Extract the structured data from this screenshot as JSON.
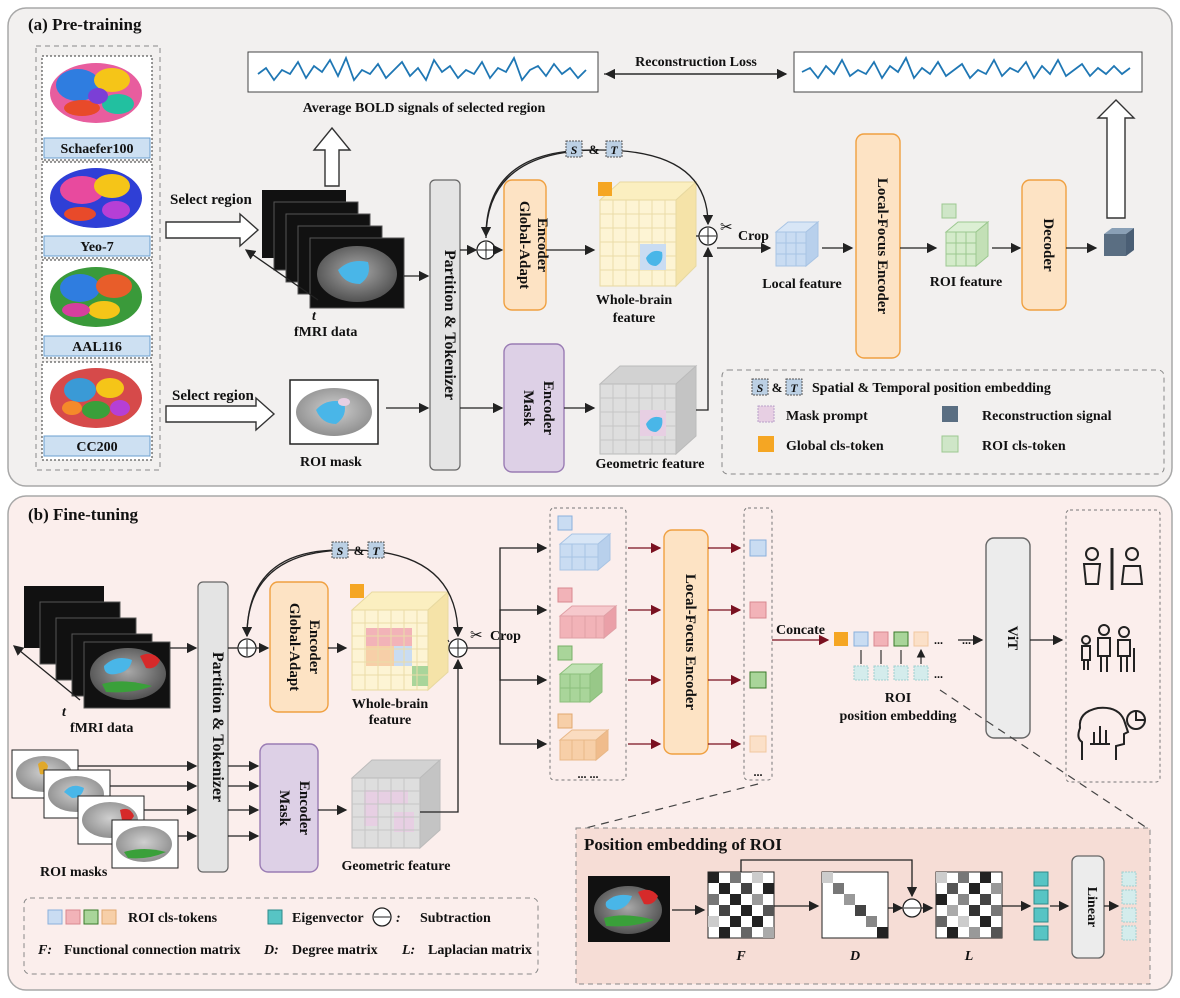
{
  "pretraining": {
    "panel_title": "(a)   Pre-training",
    "atlases": [
      "Schaefer100",
      "Yeo-7",
      "AAL116",
      "CC200"
    ],
    "select_region_top": "Select region",
    "select_region_bottom": "Select region",
    "fmri_label": "fMRI data",
    "t_label": "t",
    "roi_mask_label": "ROI mask",
    "partition_label": "Partition & Tokenizer",
    "gae_label": [
      "Global-Adapt",
      "Encoder"
    ],
    "mask_enc_label": [
      "Mask",
      "Encoder"
    ],
    "whole_brain_label": [
      "Whole-brain",
      "feature"
    ],
    "geometric_label": "Geometric feature",
    "local_feature_label": "Local feature",
    "lfe_label": "Local-Focus Encoder",
    "roi_feature_label": "ROI feature",
    "decoder_label": "Decoder",
    "crop_label": "Crop",
    "recon_loss_label": "Reconstruction Loss",
    "avg_bold_label": "Average BOLD signals of selected region",
    "s_label": "S",
    "t_pos_label": "T",
    "amp": "&",
    "legend": {
      "st_text": "Spatial & Temporal position embedding",
      "mask_prompt": "Mask prompt",
      "recon_signal": "Reconstruction signal",
      "global_cls": "Global cls-token",
      "roi_cls": "ROI cls-token"
    }
  },
  "finetuning": {
    "panel_title": "(b)   Fine-tuning",
    "fmri_label": "fMRI data",
    "t_label": "t",
    "roi_masks_label": "ROI masks",
    "partition_label": "Partition & Tokenizer",
    "gae_label": [
      "Global-Adapt",
      "Encoder"
    ],
    "mask_enc_label": [
      "Mask",
      "Encoder"
    ],
    "whole_brain_label": [
      "Whole-brain",
      "feature"
    ],
    "geometric_label": "Geometric feature",
    "crop_label": "Crop",
    "lfe_label": "Local-Focus Encoder",
    "concate_label": "Concate",
    "vit_label": "ViT",
    "roi_pos_label": [
      "ROI",
      "position embedding"
    ],
    "dots": "...",
    "dots2": "... ...",
    "s_label": "S",
    "t_pos_label": "T",
    "amp": "&",
    "pos_box_title": "Position embedding of ROI",
    "matrix_F": "F",
    "matrix_D": "D",
    "matrix_L": "L",
    "linear_label": "Linear",
    "legend": {
      "roi_cls_tokens": "ROI cls-tokens",
      "eigenvector": "Eigenvector",
      "subtraction_key": ":",
      "subtraction": "Subtraction",
      "f_key": "F:",
      "f_text": "Functional connection matrix",
      "d_key": "D:",
      "d_text": "Degree matrix",
      "l_key": "L:",
      "l_text": "Laplacian matrix"
    }
  },
  "colors": {
    "gae_fill": "#fde3c4",
    "gae_stroke": "#f0a040",
    "mask_fill": "#ddd0e6",
    "mask_stroke": "#9a7cb4",
    "partition_fill": "#e4e4e4",
    "panel_a_bg": "#f2f0ef",
    "panel_b_bg": "#fbeeec",
    "pos_box_bg": "#f6ddd6",
    "signal": "#1f77b4",
    "global_cls": "#f5a623",
    "roi_blue": "#c9dcf2",
    "roi_red": "#f2b3b8",
    "roi_green": "#a9d59a",
    "roi_orange": "#f7cfa8",
    "eigen": "#57c4c4",
    "recon": "#5a6e82"
  }
}
